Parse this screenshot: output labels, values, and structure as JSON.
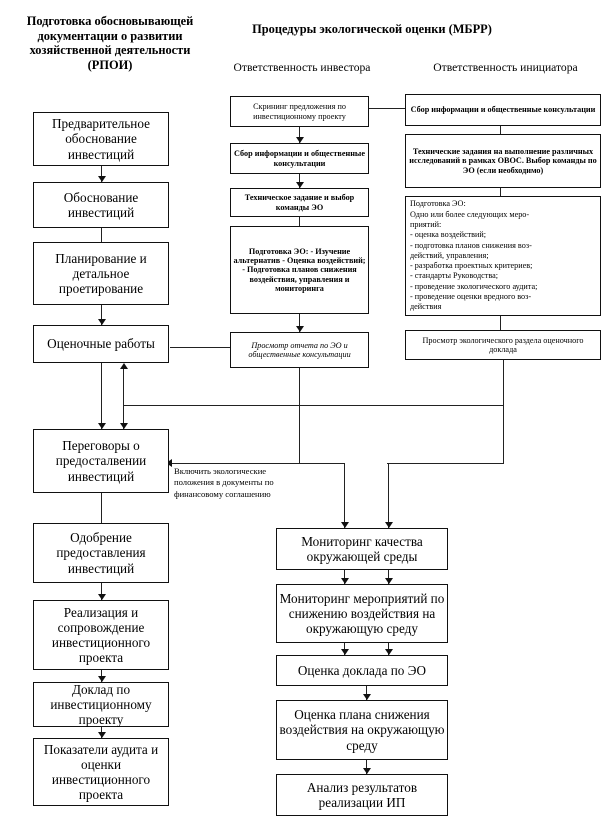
{
  "headers": {
    "left": "Подготовка обосновывающей документации о развитии хозяйственной деятельности (РПОИ)",
    "right": "Процедуры экологической оценки (МБРР)",
    "col_center": "Ответственность инвестора",
    "col_right": "Ответственность инициатора"
  },
  "left_column": [
    {
      "id": "l1",
      "label": "Предварительное обоснование инвестиций"
    },
    {
      "id": "l2",
      "label": "Обоснование инвестиций"
    },
    {
      "id": "l3",
      "label": "Планирование и детальное проетирование"
    },
    {
      "id": "l4",
      "label": "Оценочные работы"
    },
    {
      "id": "l5",
      "label": "Переговоры о предосталвении инвестиций"
    },
    {
      "id": "l6",
      "label": "Одобрение предоставления инвестиций"
    },
    {
      "id": "l7",
      "label": "Реализация и сопровождение инвестиционного проекта"
    },
    {
      "id": "l8",
      "label": "Доклад по инвестиционному проекту"
    },
    {
      "id": "l9",
      "label": "Показатели аудита и оценки инвестиционного проекта"
    }
  ],
  "center_column": [
    {
      "id": "c1",
      "label": "Скрининг предложения по инвестиционному проекту"
    },
    {
      "id": "c2",
      "label": "Сбор информации и общественные консультации"
    },
    {
      "id": "c3",
      "label": "Техническое задание и выбор команды ЭО"
    },
    {
      "id": "c4",
      "label": "Подготовка ЭО: - Изучение альтернатив - Оценка воздействий; - Подготовка планов снижения воздействия, управления и мониторинга"
    },
    {
      "id": "c5",
      "label": "Просмотр отчета по ЭО и общественные консультации"
    }
  ],
  "right_column": [
    {
      "id": "r1",
      "label": "Сбор информации и общественные консультации"
    },
    {
      "id": "r2",
      "label": "Технические задания на выполнение различных исследований в рамках ОВОС. Выбор команды по ЭО (если необходимо)"
    },
    {
      "id": "r3",
      "label": "Подготовка ЭО:\nОдно или более следующих меро-\nприятий:\n- оценка воздействий;\n- подготовка планов снижения воз-\nдействий, управления;\n- разработка проектных критериев;\n- стандарты Руководства;\n- проведение экологического аудита;\n- проведение оценки вредного воз-\nдействия"
    },
    {
      "id": "r4",
      "label": "Просмотр экологического раздела оценочного доклада"
    }
  ],
  "bottom_right_column": [
    {
      "id": "b1",
      "label": "Мониторинг качества окружающей среды"
    },
    {
      "id": "b2",
      "label": "Мониторинг мероприятий по снижению воздействия на окружающую среду"
    },
    {
      "id": "b3",
      "label": "Оценка доклада по ЭО"
    },
    {
      "id": "b4",
      "label": "Оценка плана снижения воздействия на окружающую среду"
    },
    {
      "id": "b5",
      "label": "Анализ результатов реализации ИП"
    }
  ],
  "notes": [
    {
      "id": "n1",
      "label": "Включить экологические положения в документы по финансовому соглашению"
    }
  ],
  "colors": {
    "stroke": "#111111",
    "background": "#ffffff",
    "text": "#000000"
  }
}
